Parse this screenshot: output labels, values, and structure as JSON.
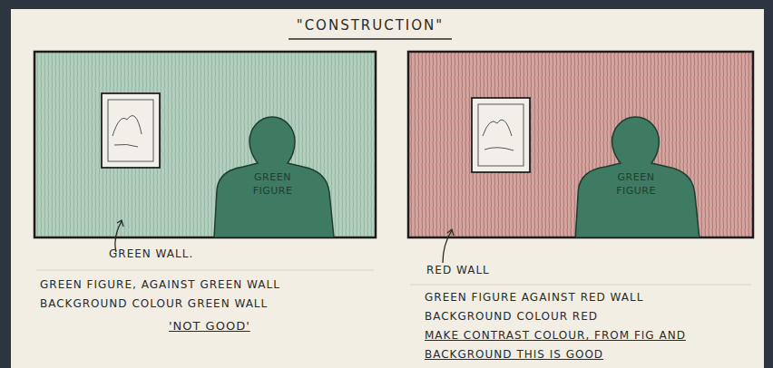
{
  "diagram": {
    "title": "\"CONSTRUCTION\"",
    "nodes": [
      {
        "text": [
          "GREEN FIGURE"
        ]
      },
      {
        "text": [
          "GREEN FIGURE"
        ]
      }
    ],
    "labels": [
      "GREEN WALL.",
      "GREEN FIGURE, AGAINST GREEN WALL BACKGROUND COLOUR GREEN WALL",
      "'NOT GOOD'",
      "RED WALL",
      "GREEN FIGURE AGAINST RED WALL BACKGROUND COLOUR RED",
      "MAKE CONTRAST COLOUR, FROM FIG AND BACKGROUND THIS IS GOOD"
    ]
  }
}
